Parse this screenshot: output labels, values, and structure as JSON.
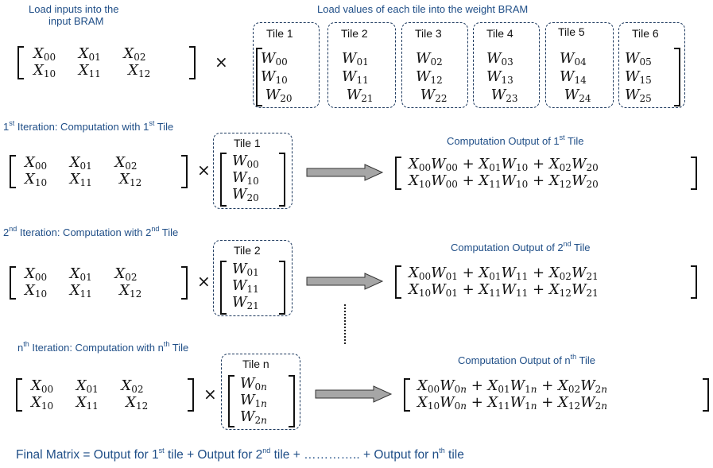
{
  "captions": {
    "load_inputs_line1": "Load inputs into the",
    "load_inputs_line2": "input BRAM",
    "load_weights": "Load values of each tile into the weight BRAM",
    "iter1": {
      "pre": "1",
      "sup": "st",
      "mid": " Iteration: Computation with 1",
      "sup2": "st",
      "post": " Tile"
    },
    "iter2": {
      "pre": "2",
      "sup": "nd",
      "mid": " Iteration: Computation with 2",
      "sup2": "nd",
      "post": " Tile"
    },
    "itern": {
      "pre": "n",
      "sup": "th",
      "mid": " Iteration: Computation with n",
      "sup2": "th",
      "post": " Tile"
    },
    "out1": {
      "pre": "Computation Output of 1",
      "sup": "st",
      "post": " Tile"
    },
    "out2": {
      "pre": "Computation Output of 2",
      "sup": "nd",
      "post": " Tile"
    },
    "outn": {
      "pre": "Computation Output of n",
      "sup": "th",
      "post": " Tile"
    }
  },
  "final": {
    "a": "Final Matrix = Output for 1",
    "a_sup": "st",
    "b": " tile + Output for 2",
    "b_sup": "nd",
    "c": " tile + ………….. + Output for n",
    "c_sup": "th",
    "d": " tile"
  },
  "tiles_top": [
    "Tile 1",
    "Tile 2",
    "Tile 3",
    "Tile 4",
    "Tile 5",
    "Tile 6"
  ],
  "tile_iter": [
    "Tile 1",
    "Tile 2",
    "Tile n"
  ],
  "times_symbol": "×",
  "colors": {
    "caption": "#1f4e87",
    "arrow_fill": "#a6a6a6",
    "tile_border": "#1e3a5f"
  }
}
